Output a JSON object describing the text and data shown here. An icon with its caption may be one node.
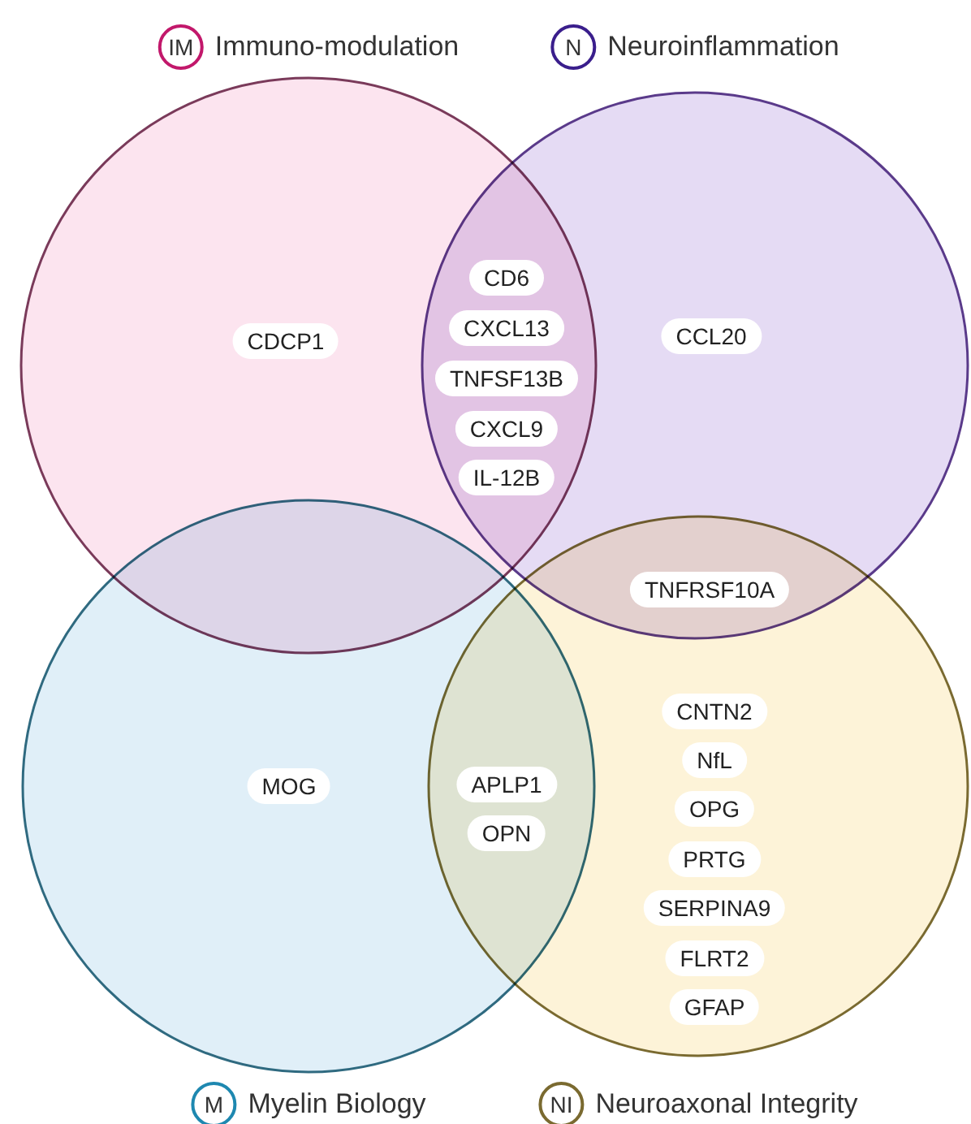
{
  "diagram": {
    "nodes": [
      {
        "text": [
          "IM",
          "Immuno-modulation"
        ]
      },
      {
        "text": [
          "N",
          "Neuroinflammation"
        ]
      },
      {
        "text": [
          "M",
          "Myelin Biology"
        ]
      },
      {
        "text": [
          "NI",
          "Neuroaxonal Integrity"
        ]
      },
      {
        "text": [
          "CDCP1"
        ],
        "in": 0
      },
      {
        "text": [
          "CD6"
        ]
      },
      {
        "text": [
          "CXCL13"
        ]
      },
      {
        "text": [
          "TNFSF13B"
        ]
      },
      {
        "text": [
          "CXCL9"
        ]
      },
      {
        "text": [
          "IL-12B"
        ]
      },
      {
        "text": [
          "CCL20"
        ],
        "in": 1
      },
      {
        "text": [
          "TNFRSF10A"
        ]
      },
      {
        "text": [
          "MOG"
        ],
        "in": 2
      },
      {
        "text": [
          "APLP1"
        ]
      },
      {
        "text": [
          "OPN"
        ]
      },
      {
        "text": [
          "CNTN2"
        ],
        "in": 3
      },
      {
        "text": [
          "NfL"
        ],
        "in": 3
      },
      {
        "text": [
          "OPG"
        ],
        "in": 3
      },
      {
        "text": [
          "PRTG"
        ],
        "in": 3
      },
      {
        "text": [
          "SERPINA9"
        ],
        "in": 3
      },
      {
        "text": [
          "FLRT2"
        ],
        "in": 3
      },
      {
        "text": [
          "GFAP"
        ],
        "in": 3
      }
    ],
    "edges": []
  }
}
